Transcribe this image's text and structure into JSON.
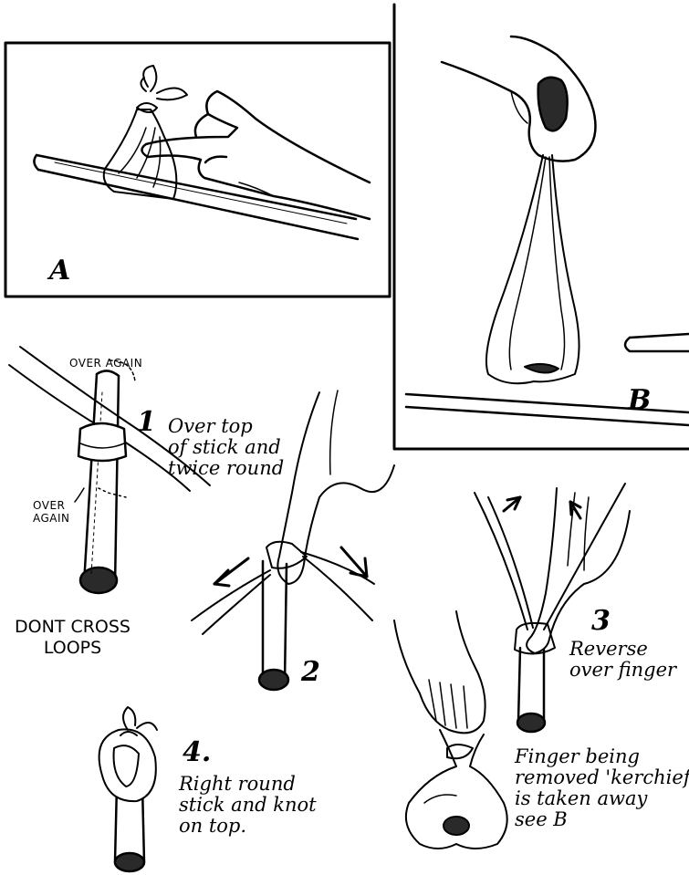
{
  "panel_a": {
    "label": "A"
  },
  "panel_b": {
    "label": "B"
  },
  "step1": {
    "number": "1",
    "caption": "Over top\nof stick and\ntwice round",
    "over_again_top": "OVER AGAIN",
    "over_again_bottom": "OVER\nAGAIN",
    "warning": "DONT CROSS\nLOOPS"
  },
  "step2": {
    "number": "2"
  },
  "step3": {
    "number": "3",
    "caption": "Reverse\nover finger"
  },
  "step4": {
    "number": "4.",
    "caption": "Right round\nstick and knot\non top."
  },
  "finger_note": {
    "caption": "Finger being\nremoved 'kerchief\nis taken away\nsee B"
  },
  "colors": {
    "ink": "#000000",
    "paper": "#ffffff",
    "shade": "#2a2a2a"
  }
}
